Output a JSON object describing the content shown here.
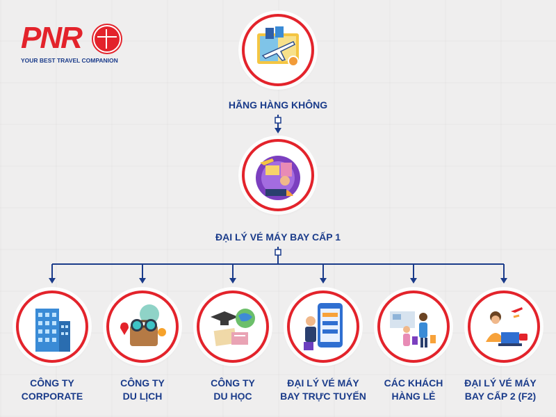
{
  "logo": {
    "mark": "PNR",
    "tagline": "YOUR BEST TRAVEL COMPANION"
  },
  "top": {
    "label": "HÃNG HÀNG KHÔNG",
    "icon": "airplane-map-icon"
  },
  "middle": {
    "label": "ĐẠI LÝ VÉ MÁY BAY CẤP 1",
    "icon": "travel-agent-icon"
  },
  "children": [
    {
      "line1": "CÔNG TY",
      "line2": "CORPORATE",
      "icon": "office-building-icon"
    },
    {
      "line1": "CÔNG TY",
      "line2": "DU LỊCH",
      "icon": "travel-suitcase-icon"
    },
    {
      "line1": "CÔNG TY",
      "line2": "DU HỌC",
      "icon": "graduation-globe-icon"
    },
    {
      "line1": "ĐẠI LÝ VÉ MÁY",
      "line2": "BAY TRỰC TUYẾN",
      "icon": "online-booking-icon"
    },
    {
      "line1": "CÁC KHÁCH",
      "line2": "HÀNG LẺ",
      "icon": "airport-passengers-icon"
    },
    {
      "line1": "ĐẠI LÝ VÉ MÁY",
      "line2": "BAY CẤP 2 (F2)",
      "icon": "agent-laptop-icon"
    }
  ],
  "colors": {
    "accent": "#e3232b",
    "navy": "#1a3b8a",
    "background": "#efeeee"
  }
}
